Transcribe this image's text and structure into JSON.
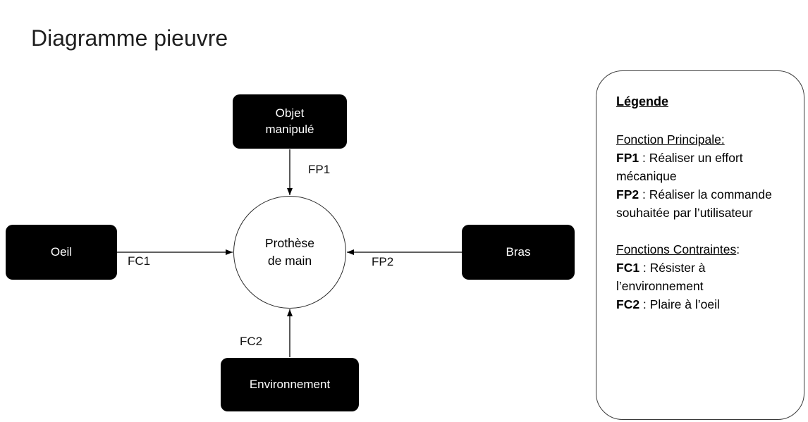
{
  "title": "Diagramme pieuvre",
  "colors": {
    "node_fill": "#000000",
    "node_text": "#ffffff",
    "line": "#000000",
    "background": "#ffffff"
  },
  "diagram": {
    "center": {
      "lines": [
        "Prothèse",
        "de main"
      ]
    },
    "nodes": {
      "top": {
        "label": "Objet manipulé",
        "lines": [
          "Objet",
          "manipulé"
        ]
      },
      "left": {
        "label": "Oeil",
        "lines": [
          "Oeil"
        ]
      },
      "right": {
        "label": "Bras",
        "lines": [
          "Bras"
        ]
      },
      "bottom": {
        "label": "Environnement",
        "lines": [
          "Environnement"
        ]
      }
    },
    "arrow_labels": {
      "fp1": "FP1",
      "fc1": "FC1",
      "fp2": "FP2",
      "fc2": "FC2"
    }
  },
  "legend": {
    "title": "Légende",
    "sections": [
      {
        "heading": "Fonction Principale:",
        "heading_suffix": "",
        "items": [
          {
            "code": "FP1",
            "text": " : Réaliser un effort mécanique"
          },
          {
            "code": "FP2",
            "text": " : Réaliser la commande souhaitée par l’utilisateur"
          }
        ]
      },
      {
        "heading": "Fonctions Contraintes",
        "heading_suffix": ":",
        "items": [
          {
            "code": "FC1",
            "text": " : Résister à l’environnement"
          },
          {
            "code": "FC2",
            "text": " : Plaire à l’oeil"
          }
        ]
      }
    ]
  }
}
